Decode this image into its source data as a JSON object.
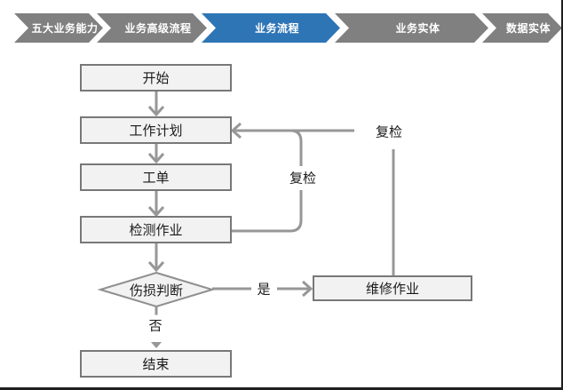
{
  "nav": {
    "items": [
      {
        "label": "五大业务能力",
        "active": false
      },
      {
        "label": "业务高级流程",
        "active": false
      },
      {
        "label": "业务流程",
        "active": true
      },
      {
        "label": "业务实体",
        "active": false
      },
      {
        "label": "数据实体",
        "active": false
      }
    ],
    "active_color": "#2E75B6",
    "inactive_color": "#808080"
  },
  "flowchart": {
    "nodes": [
      {
        "id": "start",
        "label": "开始",
        "type": "process"
      },
      {
        "id": "plan",
        "label": "工作计划",
        "type": "process"
      },
      {
        "id": "order",
        "label": "工单",
        "type": "process"
      },
      {
        "id": "inspect",
        "label": "检测作业",
        "type": "process"
      },
      {
        "id": "judge",
        "label": "伤损判断",
        "type": "decision"
      },
      {
        "id": "repair",
        "label": "维修作业",
        "type": "process"
      },
      {
        "id": "end",
        "label": "结束",
        "type": "process"
      }
    ],
    "edge_labels": {
      "yes": "是",
      "no": "否",
      "recheck_inner": "复检",
      "recheck_outer": "复检"
    },
    "colors": {
      "node_fill": "#f2f2f2",
      "node_border": "#787878",
      "connector": "#979797"
    }
  }
}
